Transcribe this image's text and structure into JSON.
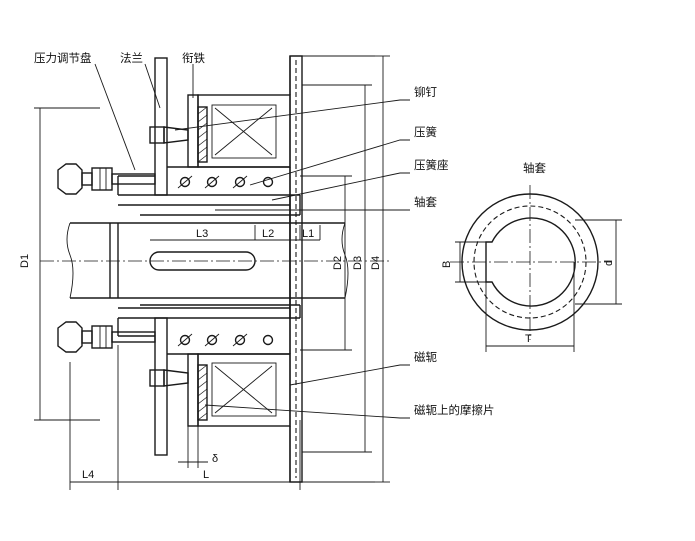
{
  "labels": {
    "pressure_plate": "压力调节盘",
    "flange": "法兰",
    "armature": "衔铁",
    "rivet": "铆钉",
    "spring": "压簧",
    "spring_seat": "压簧座",
    "sleeve": "轴套",
    "yoke": "磁轭",
    "friction": "磁轭上的摩擦片",
    "sleeve_title": "轴套"
  },
  "dims": {
    "D1": "D1",
    "D2": "D2",
    "D3": "D3",
    "D4": "D4",
    "L1": "L1",
    "L2": "L2",
    "L3": "L3",
    "L4": "L4",
    "L": "L",
    "delta": "δ",
    "B": "B",
    "d": "d",
    "T": "T"
  },
  "colors": {
    "line": "#1a1a1a",
    "background": "#ffffff"
  }
}
